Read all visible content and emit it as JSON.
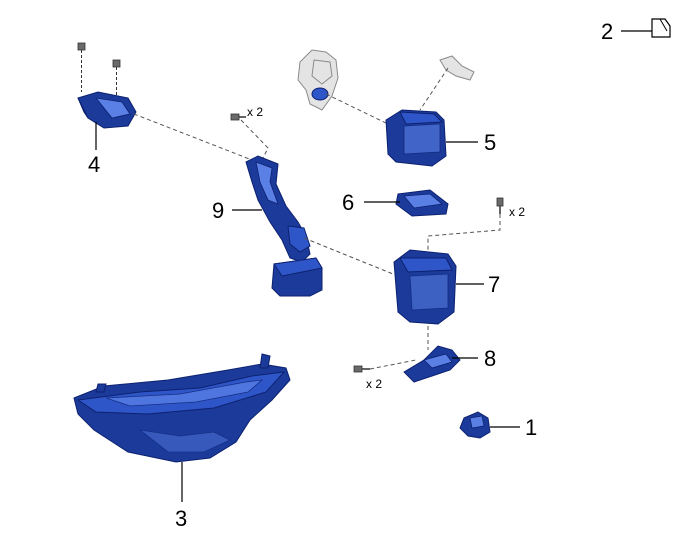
{
  "callouts": {
    "c1": "1",
    "c2": "2",
    "c3": "3",
    "c4": "4",
    "c5": "5",
    "c6": "6",
    "c7": "7",
    "c8": "8",
    "c9": "9"
  },
  "quantities": {
    "bolt_9": "x 2",
    "bolt_7": "x 2",
    "bolt_8": "x 2"
  },
  "colors": {
    "part_blue": "#2f56c8",
    "part_blue_dark": "#1b3a9a",
    "reference_gray": "#e4e4e4"
  }
}
